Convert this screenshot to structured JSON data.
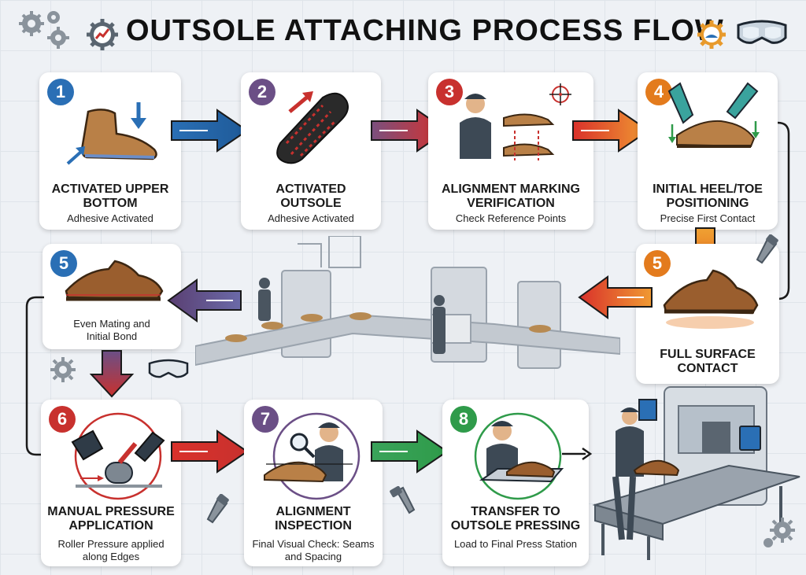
{
  "title": "OUTSOLE ATTACHING PROCESS FLOW",
  "colors": {
    "blue": "#2a6fb5",
    "purple": "#6b4f86",
    "red": "#c8312e",
    "orange": "#e37b1d",
    "green": "#2f9b4a"
  },
  "steps": [
    {
      "num": "1",
      "title": "ACTIVATED UPPER BOTTOM",
      "subtitle": "Adhesive Activated"
    },
    {
      "num": "2",
      "title": "ACTIVATED OUTSOLE",
      "subtitle": "Adhesive Activated"
    },
    {
      "num": "3",
      "title": "ALIGNMENT MARKING VERIFICATION",
      "subtitle": "Check Reference Points"
    },
    {
      "num": "4",
      "title": "INITIAL HEEL/TOE POSITIONING",
      "subtitle": "Precise First Contact"
    },
    {
      "num": "5",
      "title": "FULL SURFACE CONTACT",
      "subtitle": ""
    },
    {
      "num": "5",
      "title": "",
      "subtitle": "Even Mating and Initial Bond"
    },
    {
      "num": "6",
      "title": "MANUAL PRESSURE APPLICATION",
      "subtitle": "Roller Pressure applied along Edges"
    },
    {
      "num": "7",
      "title": "ALIGNMENT INSPECTION",
      "subtitle": "Final Visual Check: Seams and Spacing"
    },
    {
      "num": "8",
      "title": "TRANSFER TO OUTSOLE PRESSING",
      "subtitle": "Load to Final Press Station"
    }
  ],
  "icons": [
    "gear-icon",
    "safety-goggles-icon",
    "screw-icon",
    "shoe-icon",
    "glove-icon",
    "magnifier-icon",
    "roller-icon",
    "target-icon"
  ]
}
